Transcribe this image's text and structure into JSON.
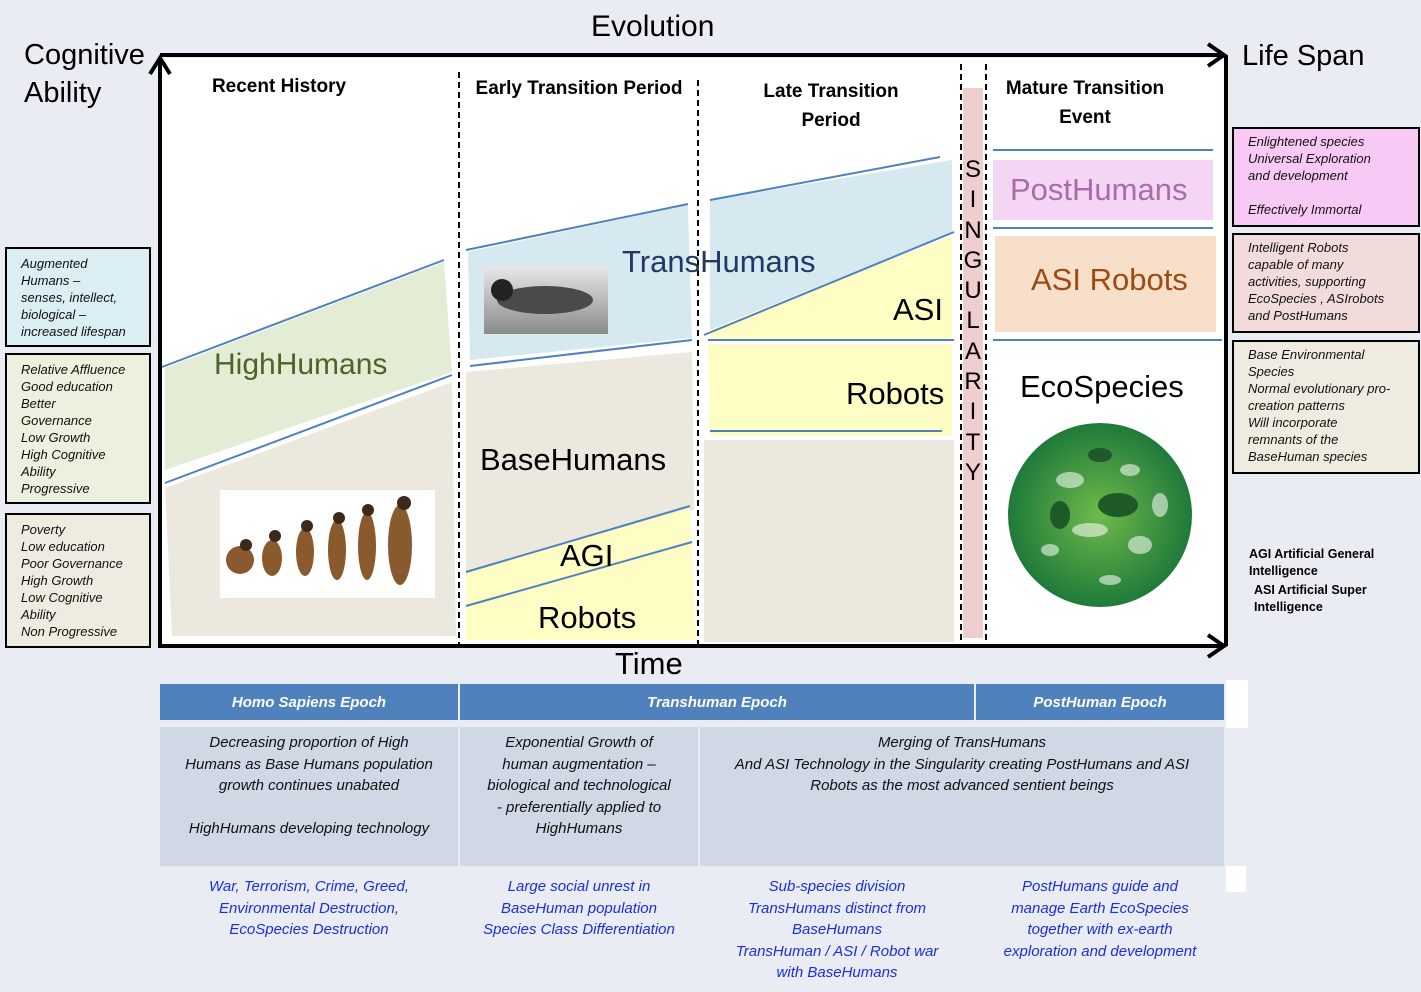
{
  "axes": {
    "top": "Evolution",
    "y_label": [
      "Cognitive",
      "Ability"
    ],
    "right": "Life Span",
    "bottom": "Time"
  },
  "periods": [
    {
      "lines": [
        "Recent History"
      ]
    },
    {
      "lines": [
        "Early Transition Period"
      ]
    },
    {
      "lines": [
        "Late Transition",
        "Period"
      ]
    },
    {
      "lines": [
        "Mature Transition",
        "Event"
      ]
    }
  ],
  "labels": {
    "high_humans": "HighHumans",
    "base_humans": "BaseHumans",
    "trans_humans": "TransHumans",
    "agi": "AGI",
    "robots_early": "Robots",
    "asi": "ASI",
    "robots_late": "Robots",
    "post_humans": "PostHumans",
    "asi_robots": "ASI Robots",
    "eco_species": "EcoSpecies",
    "singularity": "SINGULARITY"
  },
  "colors": {
    "high": "#e3ecd5",
    "base": "#ebe8dd",
    "trans": "#d6e9f1",
    "robots": "#fefdc4",
    "post": "#f4d6f4",
    "asi_robots": "#f8dfc9",
    "singularity": "#efcfcd",
    "line": "#4f81bd",
    "header": "#4f81bd",
    "cell": "#d0d7e5",
    "blue_text": "#1a2ee0"
  },
  "left_boxes": [
    {
      "lines": [
        "Augmented",
        "Humans –",
        "senses, intellect,",
        "biological –",
        "increased lifespan"
      ]
    },
    {
      "lines": [
        "Relative Affluence",
        "Good education",
        "Better",
        "Governance",
        "Low Growth",
        "High Cognitive",
        "Ability",
        "Progressive"
      ]
    },
    {
      "lines": [
        "Poverty",
        "Low education",
        "Poor Governance",
        "High Growth",
        "Low Cognitive",
        "Ability",
        "Non Progressive"
      ]
    }
  ],
  "right_boxes": [
    {
      "lines": [
        "Enlightened species",
        "Universal Exploration",
        "and development",
        "",
        "Effectively Immortal"
      ]
    },
    {
      "lines": [
        "Intelligent Robots",
        "capable of many",
        "activities, supporting",
        "EcoSpecies , ASIrobots",
        "and PostHumans"
      ]
    },
    {
      "lines": [
        "Base Environmental",
        "Species",
        "Normal evolutionary pro-",
        "creation patterns",
        "Will incorporate",
        "remnants of the",
        "BaseHuman species"
      ]
    }
  ],
  "glossary": {
    "agi": [
      "AGI Artificial General",
      "Intelligence"
    ],
    "asi": [
      "ASI Artificial Super",
      "Intelligence"
    ]
  },
  "table": {
    "headers": [
      "Homo Sapiens Epoch",
      "Transhuman Epoch",
      "PostHuman Epoch"
    ],
    "cells": [
      {
        "lines": [
          "Decreasing proportion of High",
          "Humans as Base Humans population",
          "growth continues unabated",
          "",
          "HighHumans developing technology"
        ]
      },
      {
        "lines": [
          "Exponential Growth of",
          "human augmentation –",
          "biological and technological",
          "- preferentially applied to",
          "HighHumans"
        ]
      },
      {
        "lines": [
          "Merging of TransHumans",
          "And ASI Technology in the Singularity creating PostHumans and ASI",
          "Robots as the most advanced sentient beings"
        ]
      }
    ],
    "outcomes": [
      {
        "lines": [
          "War, Terrorism, Crime, Greed,",
          "Environmental Destruction,",
          "EcoSpecies Destruction"
        ]
      },
      {
        "lines": [
          "Large social unrest in",
          "BaseHuman population",
          "Species Class Differentiation"
        ]
      },
      {
        "lines": [
          "Sub-species division",
          "TransHumans distinct from",
          "BaseHumans",
          "TransHuman / ASI / Robot war",
          "with BaseHumans"
        ]
      },
      {
        "lines": [
          "PostHumans guide and",
          "manage Earth EcoSpecies",
          "together with ex-earth",
          "exploration and development"
        ]
      }
    ]
  }
}
